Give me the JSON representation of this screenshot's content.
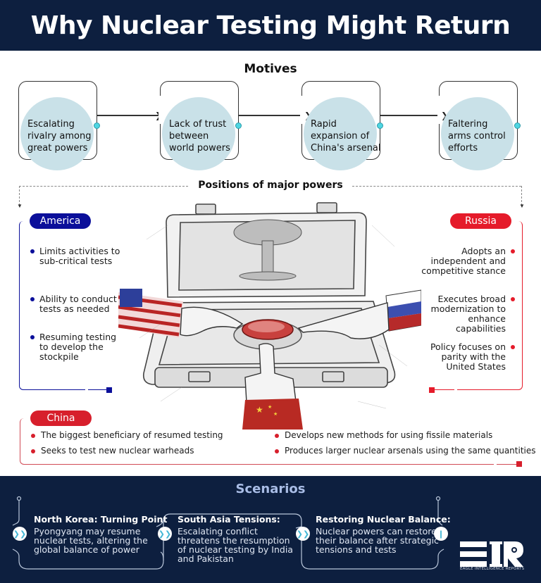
{
  "header": {
    "title": "Why Nuclear Testing Might Return"
  },
  "motives": {
    "title": "Motives",
    "items": [
      {
        "label": "Escalating rivalry among great powers",
        "lines": [
          "Escalating",
          "rivalry among",
          "great powers"
        ]
      },
      {
        "label": "Lack of trust between world powers",
        "lines": [
          "Lack of trust",
          "between",
          "world powers"
        ]
      },
      {
        "label": "Rapid expansion of China's arsenal",
        "lines": [
          "Rapid",
          "expansion of",
          "China's arsenal"
        ]
      },
      {
        "label": "Faltering arms control efforts",
        "lines": [
          "Faltering",
          "arms control",
          "efforts"
        ]
      }
    ]
  },
  "positions": {
    "title": "Positions of major powers",
    "america": {
      "label": "America",
      "color": "#0b0f9a",
      "points": [
        "Limits activities to sub-critical tests",
        "Ability to conduct tests as needed",
        "Resuming testing to develop the stockpile"
      ]
    },
    "russia": {
      "label": "Russia",
      "color": "#e51b2a",
      "points": [
        "Adopts an independent and competitive stance",
        "Executes broad modernization to enhance capabilities",
        "Policy focuses on parity with the United States"
      ]
    },
    "china": {
      "label": "China",
      "color": "#d71f2c",
      "points_left": [
        "The biggest beneficiary of resumed testing",
        "Seeks to test new nuclear warheads"
      ],
      "points_right": [
        "Develops new methods for using fissile materials",
        "Produces larger nuclear arsenals using the same quantities"
      ]
    },
    "illustration": "Sketch of an open briefcase with a mushroom cloud inside and a red button pressed by hands with US, Russian and Chinese flag sleeves"
  },
  "scenarios": {
    "title": "Scenarios",
    "items": [
      {
        "title": "North Korea: Turning Point",
        "body": "Pyongyang may resume nuclear tests, altering the global balance of power",
        "icon": "chevron-right-icon"
      },
      {
        "title": "South Asia Tensions:",
        "body": "Escalating conflict threatens the resumption of nuclear testing by India and Pakistan",
        "icon": "chevron-right-icon"
      },
      {
        "title": "Restoring Nuclear Balance:",
        "body": "Nuclear powers can restore their balance after strategic tensions and tests",
        "icon": "chevron-right-icon"
      }
    ]
  },
  "brand": {
    "logo": "EIR",
    "name": "EAGLE INTELLIGENCE REPORTS"
  },
  "colors": {
    "navy": "#0d1f3f",
    "america_blue": "#0b0f9a",
    "russia_red": "#e51b2a",
    "circle_fill": "#c9e1e8",
    "dot_cyan": "#4fd6e2",
    "scenario_title": "#a9bde6"
  }
}
